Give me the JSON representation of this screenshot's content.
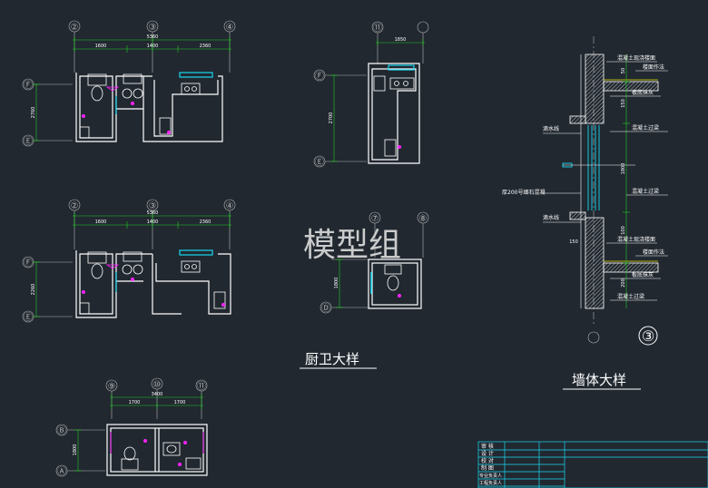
{
  "colors": {
    "background": "#212830",
    "wall": "#ffffff",
    "dimension": "#22cc22",
    "axis": "#b4b4b4",
    "fixture": "#ffffff",
    "cyan": "#18d8f0",
    "magenta": "#ff22ff",
    "yellow": "#e8e000",
    "label": "#ffffff",
    "watermark": "#d9d9d9"
  },
  "watermark": "模型组",
  "titles": {
    "kitchen_bath_detail": "厨卫大样",
    "wall_detail": "墙体大样"
  },
  "plan1": {
    "axes": [
      "②",
      "③",
      "④"
    ],
    "side_axes": [
      "Ⓕ",
      "Ⓔ"
    ],
    "total_dim": "5360",
    "dims": [
      "1600",
      "1400",
      "2360"
    ],
    "side_dim": "2760"
  },
  "plan2": {
    "axes": [
      "②",
      "③",
      "④"
    ],
    "side_axes": [
      "Ⓕ",
      "Ⓔ"
    ],
    "total_dim": "5360",
    "dims": [
      "1600",
      "1400",
      "2360"
    ],
    "side_dim": "2260"
  },
  "plan3": {
    "axes": [
      "⑪"
    ],
    "side_axes": [
      "Ⓕ",
      "Ⓔ"
    ],
    "dim": "1850",
    "side_dim": "2700"
  },
  "plan4": {
    "axes": [
      "⑦",
      "⑧"
    ],
    "side_axes": [
      "Ⓓ"
    ],
    "side_dim": "1800"
  },
  "plan5": {
    "axes": [
      "⑨",
      "⑩",
      "⑪"
    ],
    "side_axes": [
      "Ⓑ",
      "Ⓐ"
    ],
    "total_dim": "3400",
    "dims": [
      "1700",
      "1700"
    ],
    "side_dim": "1800"
  },
  "wall_section": {
    "axis": "③",
    "labels": [
      "混凝土现浇楼面",
      "楼面作法",
      "板底抹灰",
      "混凝土过梁",
      "滴水线",
      "混凝土过梁",
      "厚200号细石混凝",
      "滴水线",
      "混凝土现浇楼面",
      "楼面作法",
      "板底抹灰",
      "混凝土过梁"
    ],
    "dims": [
      "50",
      "150",
      "1800",
      "100",
      "150",
      "200"
    ]
  },
  "title_block": {
    "rows": [
      "审 核",
      "设 计",
      "校 对",
      "制 图",
      "专业负责人",
      "工程负责人"
    ]
  }
}
